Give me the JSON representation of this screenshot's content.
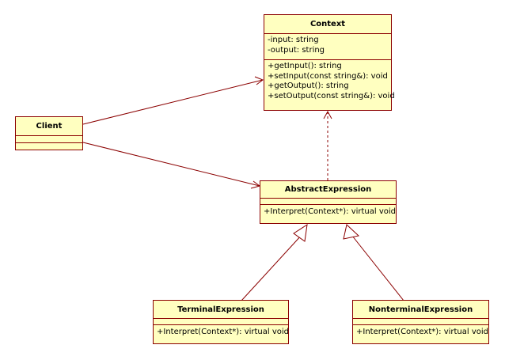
{
  "colors": {
    "box_fill": "#ffffc0",
    "box_border": "#8b0000",
    "line": "#8b0000"
  },
  "classes": {
    "context": {
      "name": "Context",
      "attributes": [
        "-input: string",
        "-output: string"
      ],
      "operations": [
        "+getInput(): string",
        "+setInput(const string&): void",
        "+getOutput(): string",
        "+setOutput(const string&): void"
      ]
    },
    "client": {
      "name": "Client"
    },
    "abstract": {
      "name": "AbstractExpression",
      "operations": [
        "+Interpret(Context*): virtual void"
      ]
    },
    "terminal": {
      "name": "TerminalExpression",
      "operations": [
        "+Interpret(Context*): virtual void"
      ]
    },
    "nonterminal": {
      "name": "NonterminalExpression",
      "operations": [
        "+Interpret(Context*): virtual void"
      ]
    }
  },
  "relations": [
    {
      "from": "Client",
      "to": "Context",
      "kind": "association"
    },
    {
      "from": "Client",
      "to": "AbstractExpression",
      "kind": "association"
    },
    {
      "from": "AbstractExpression",
      "to": "Context",
      "kind": "dependency"
    },
    {
      "from": "TerminalExpression",
      "to": "AbstractExpression",
      "kind": "generalization"
    },
    {
      "from": "NonterminalExpression",
      "to": "AbstractExpression",
      "kind": "generalization"
    }
  ]
}
